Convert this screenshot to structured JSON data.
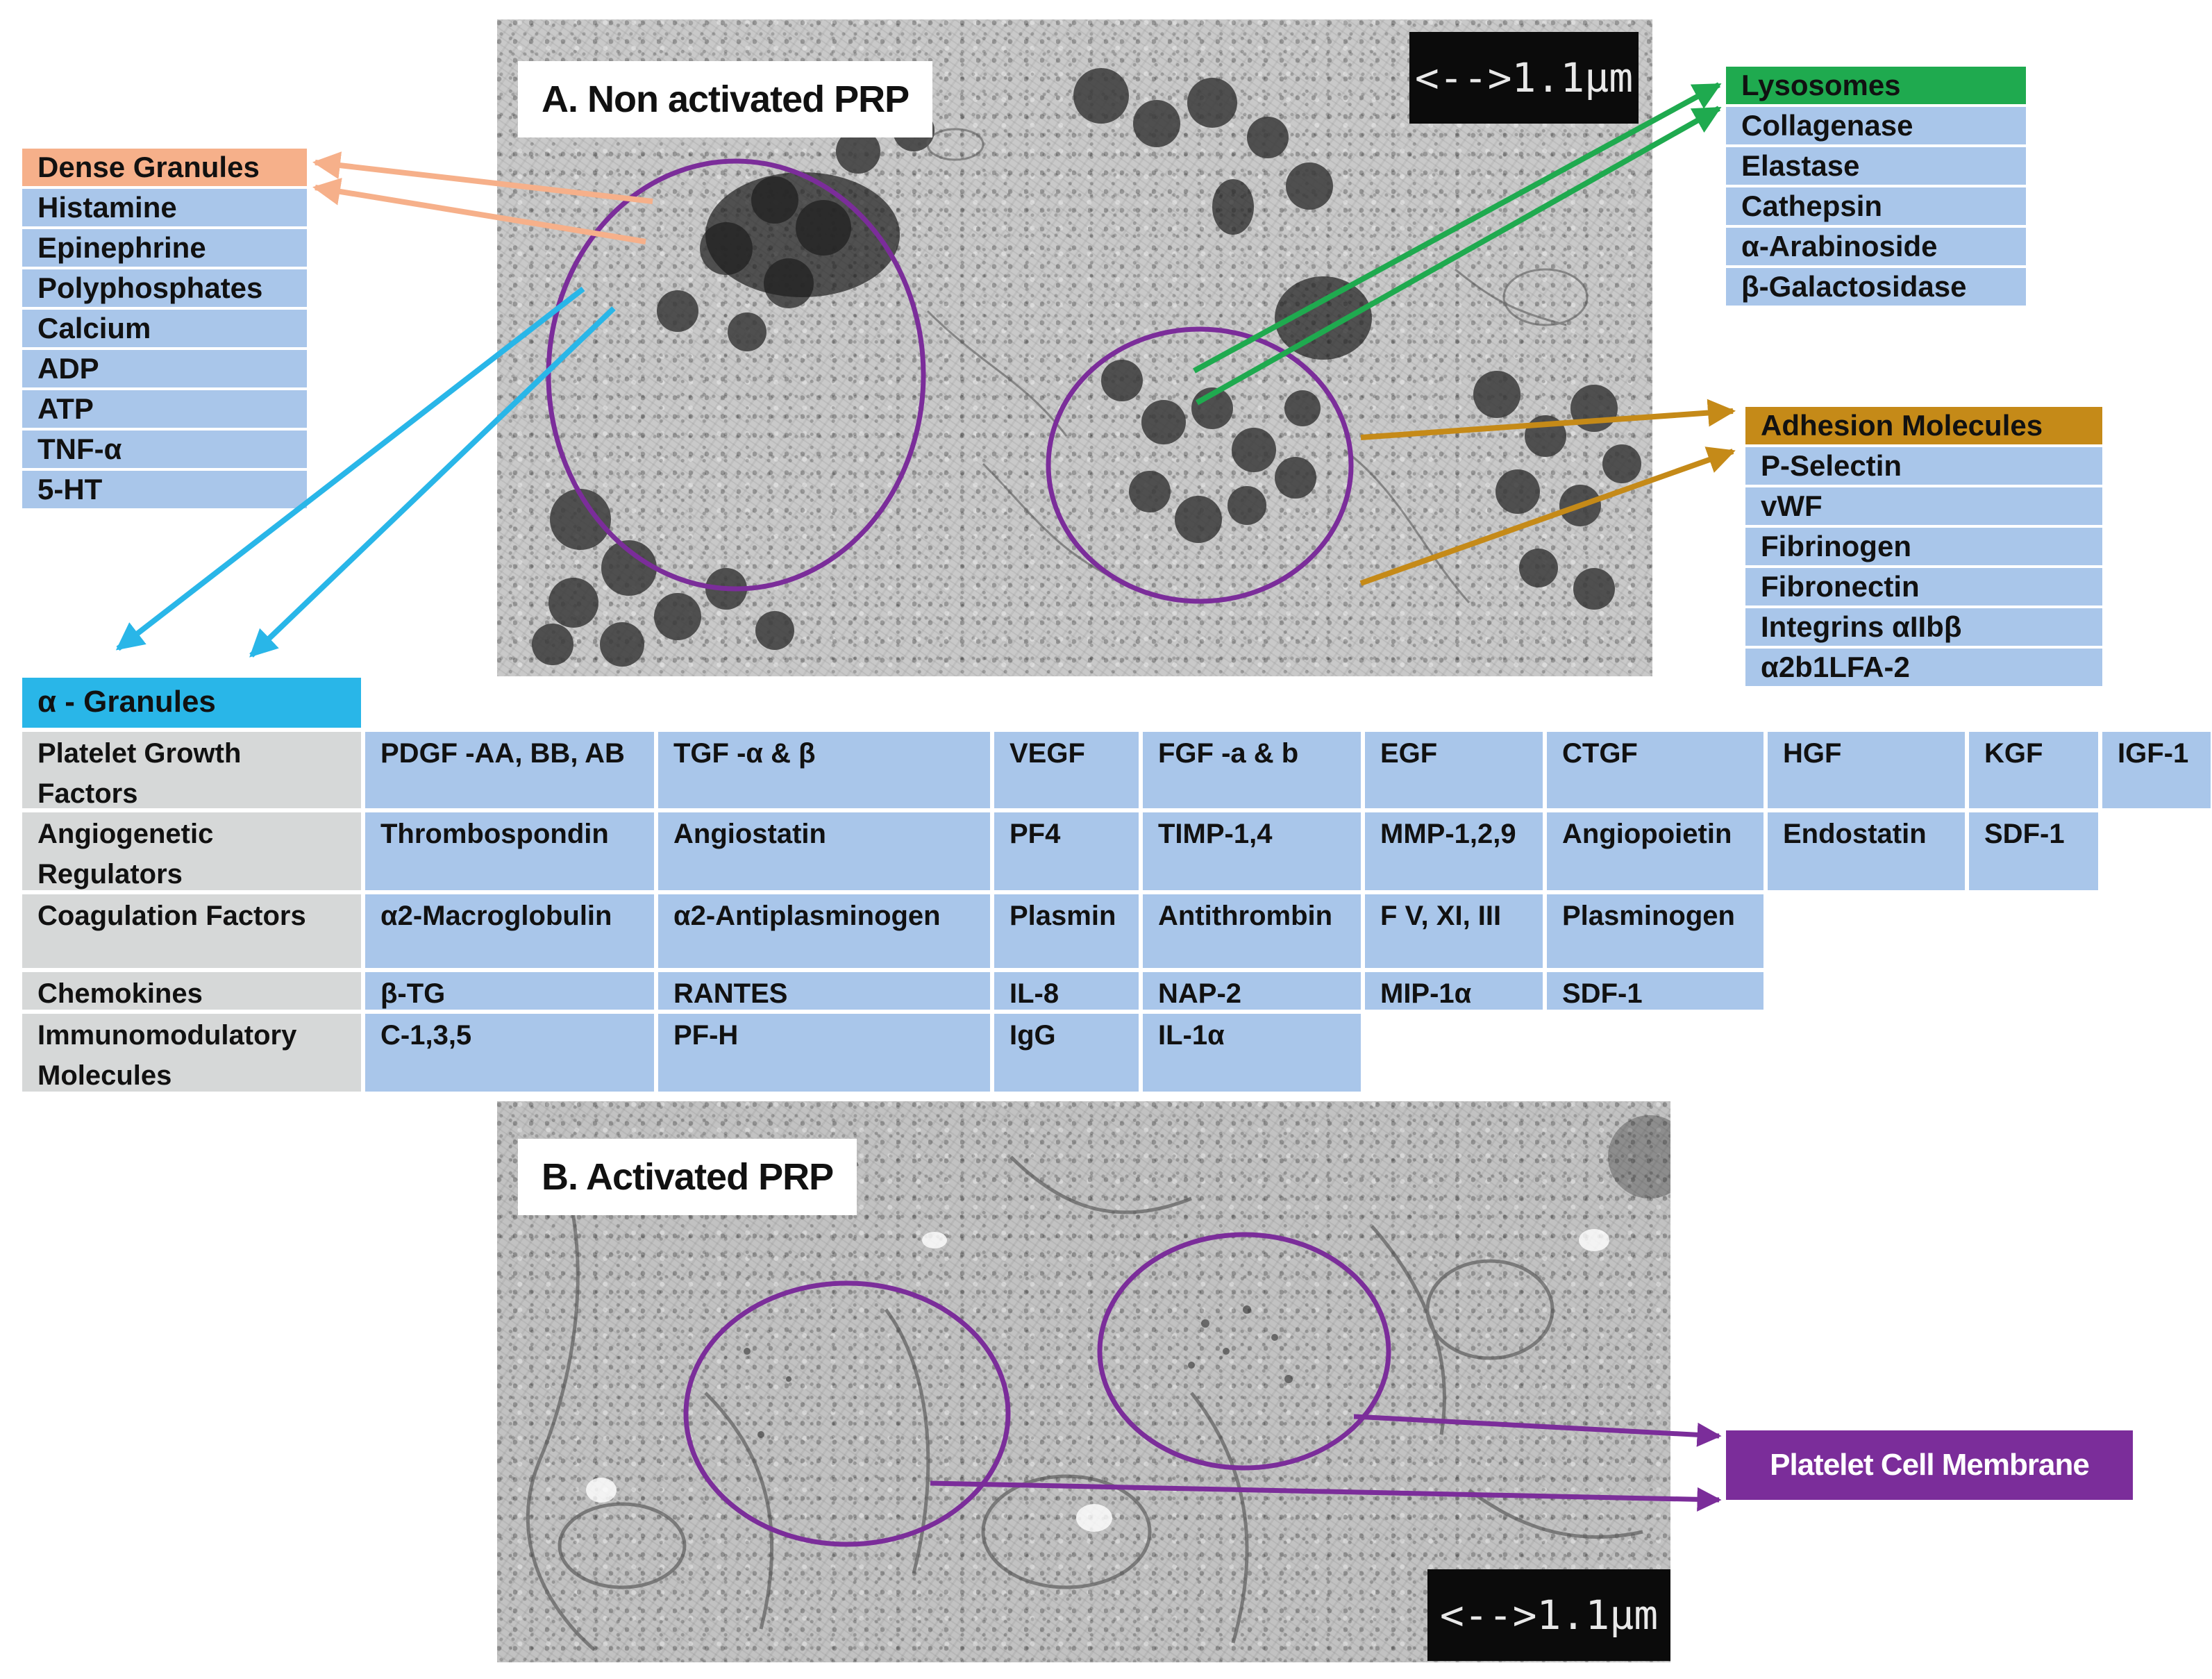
{
  "panel_a": {
    "label": "A. Non activated PRP",
    "scale": "<-->1.1μm"
  },
  "panel_b": {
    "label": "B. Activated PRP",
    "scale": "<-->1.1μm"
  },
  "dense_granules": {
    "title": "Dense Granules",
    "items": [
      "Histamine",
      "Epinephrine",
      "Polyphosphates",
      "Calcium",
      "ADP",
      "ATP",
      "TNF-α",
      "5-HT"
    ]
  },
  "lysosomes": {
    "title": "Lysosomes",
    "items": [
      "Collagenase",
      "Elastase",
      "Cathepsin",
      "α-Arabinoside",
      "β-Galactosidase"
    ]
  },
  "adhesion": {
    "title": "Adhesion Molecules",
    "items": [
      "P-Selectin",
      "vWF",
      "Fibrinogen",
      "Fibronectin",
      "Integrins αIIbβ",
      "α2b1LFA-2"
    ]
  },
  "alpha_granules": {
    "title": "α - Granules",
    "rows": [
      {
        "category": "Platelet Growth Factors",
        "items": [
          "PDGF -AA, BB, AB",
          "TGF -α & β",
          "VEGF",
          "FGF -a & b",
          "EGF",
          "CTGF",
          "HGF",
          "KGF",
          "IGF-1"
        ]
      },
      {
        "category": "Angiogenetic Regulators",
        "items": [
          "Thrombospondin",
          "Angiostatin",
          "PF4",
          "TIMP-1,4",
          "MMP-1,2,9",
          "Angiopoietin",
          "Endostatin",
          "SDF-1"
        ]
      },
      {
        "category": "Coagulation Factors",
        "items": [
          "α2-Macroglobulin",
          "α2-Antiplasminogen",
          "Plasmin",
          "Antithrombin",
          "F V, XI, III",
          "Plasminogen"
        ]
      },
      {
        "category": "Chemokines",
        "items": [
          "β-TG",
          "RANTES",
          "IL-8",
          "NAP-2",
          "MIP-1α",
          "SDF-1"
        ]
      },
      {
        "category": "Immunomodulatory Molecules",
        "items": [
          "C-1,3,5",
          "PF-H",
          "IgG",
          "IL-1α"
        ]
      }
    ]
  },
  "membrane_label": "Platelet Cell Membrane",
  "colors": {
    "dense": "#f6b08a",
    "lysosomes": "#1faa4f",
    "adhesion": "#c58a18",
    "alpha": "#29b6e8",
    "membrane": "#7b2d9a",
    "item_fill": "#a9c6ea",
    "category_fill": "#d6d8d8"
  }
}
